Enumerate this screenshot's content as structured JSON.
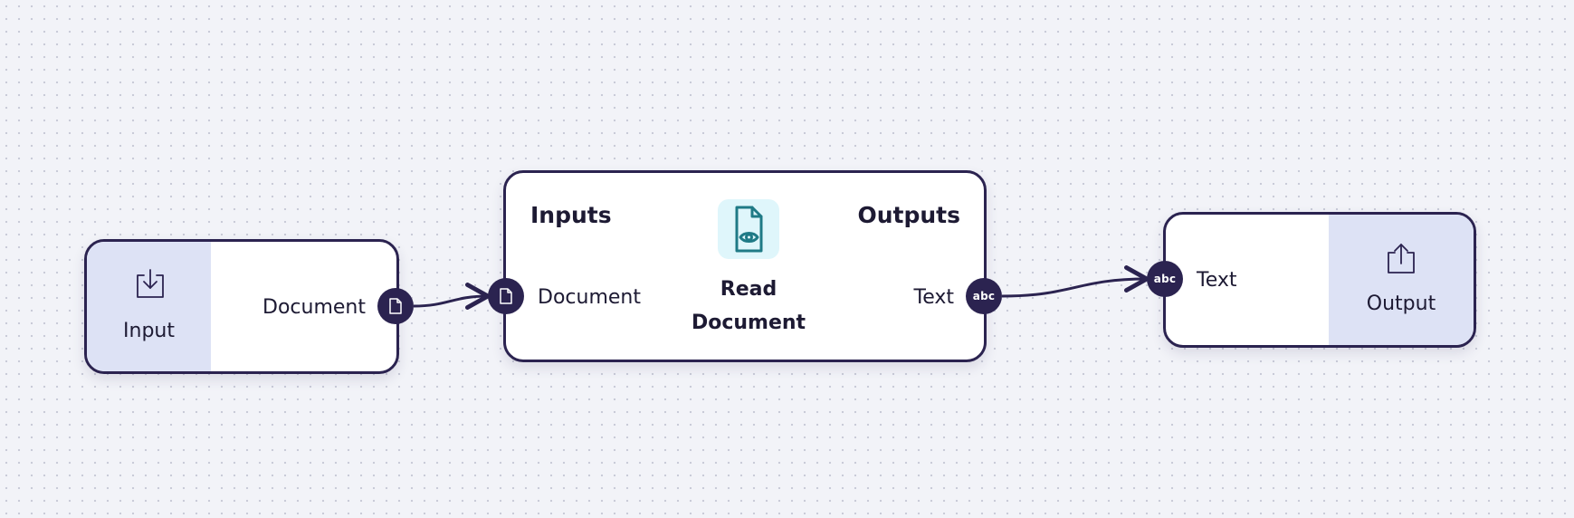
{
  "nodes": {
    "input": {
      "label": "Input",
      "icon": "download-tray-icon",
      "port_label": "Document",
      "port_icon": "document-icon"
    },
    "read_document": {
      "inputs_title": "Inputs",
      "outputs_title": "Outputs",
      "tool_name_line1": "Read",
      "tool_name_line2": "Document",
      "tool_icon": "document-eye-icon",
      "input_port_label": "Document",
      "input_port_icon": "document-icon",
      "output_port_label": "Text",
      "output_port_badge": "abc"
    },
    "output": {
      "label": "Output",
      "icon": "upload-tray-icon",
      "port_label": "Text",
      "port_badge": "abc"
    }
  },
  "colors": {
    "background": "#f2f3f8",
    "node_border": "#2b2350",
    "port_fill": "#2b2350",
    "io_panel": "#dde2f5",
    "tool_icon_bg": "#dff6fb",
    "tool_icon_stroke": "#1f7a86"
  }
}
